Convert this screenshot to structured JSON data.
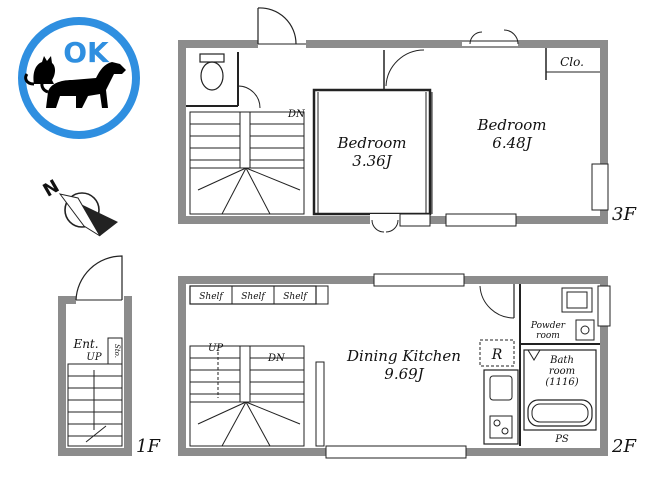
{
  "badge": {
    "text": "OK",
    "color": "#2f8fe0",
    "icon": "cat-and-dog-icon"
  },
  "compass": {
    "letter": "N",
    "icon": "north-arrow-icon"
  },
  "floors": {
    "f3": {
      "label": "3F",
      "rooms": {
        "bedroom_a": {
          "name": "Bedroom",
          "size": "3.36J"
        },
        "bedroom_b": {
          "name": "Bedroom",
          "size": "6.48J"
        },
        "closet": "Clo.",
        "stair_dir": "DN"
      }
    },
    "f2": {
      "label": "2F",
      "rooms": {
        "shelves": [
          "Shelf",
          "Shelf",
          "Shelf"
        ],
        "dining": {
          "name": "Dining Kitchen",
          "size": "9.69J"
        },
        "fridge": "R",
        "powder": [
          "Powder",
          "room"
        ],
        "bath": [
          "Bath",
          "room",
          "(1116)"
        ],
        "ps": "PS",
        "stair_up": "UP",
        "stair_dn": "DN"
      }
    },
    "f1": {
      "label": "1F",
      "rooms": {
        "entrance": "Ent.",
        "stair_up": "UP",
        "shoe_storage": "Sto."
      }
    }
  },
  "colors": {
    "wall": "#8c8c8c",
    "line": "#222222"
  }
}
